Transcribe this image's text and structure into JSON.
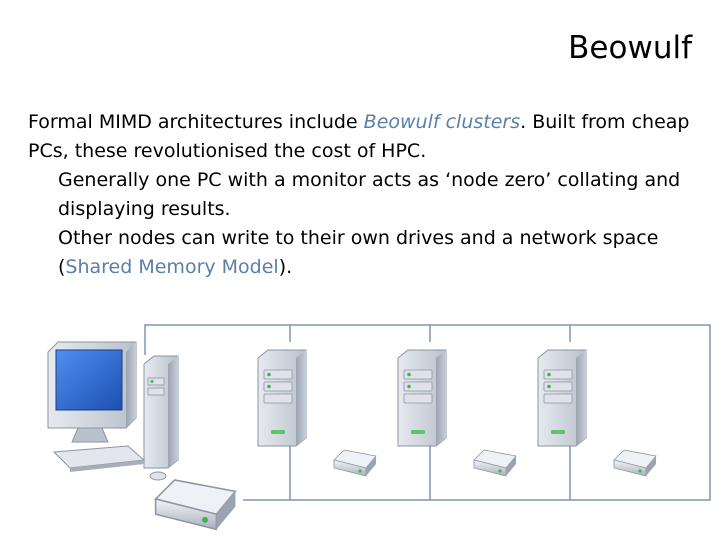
{
  "slide": {
    "title": "Beowulf",
    "p1": {
      "before": "Formal MIMD architectures include ",
      "highlight": "Beowulf clusters",
      "after": ". Built from cheap PCs, these revolutionised the cost of HPC."
    },
    "p2": "Generally one PC with a monitor acts as ‘node zero’ collating and displaying results.",
    "p3": {
      "before": "Other nodes can write to their own drives and a network space (",
      "highlight": "Shared Memory Model",
      "after": ")."
    }
  },
  "diagram": {
    "node_count": 4,
    "icons": [
      "desktop-pc-icon",
      "server-tower-icon",
      "hard-drive-icon",
      "network-line"
    ],
    "colors": {
      "line": "#7d96b3",
      "case": "#cdd3dc",
      "case_shadow": "#9aa4b1",
      "monitor": "#2a63c9",
      "led": "#3fb54a"
    }
  }
}
